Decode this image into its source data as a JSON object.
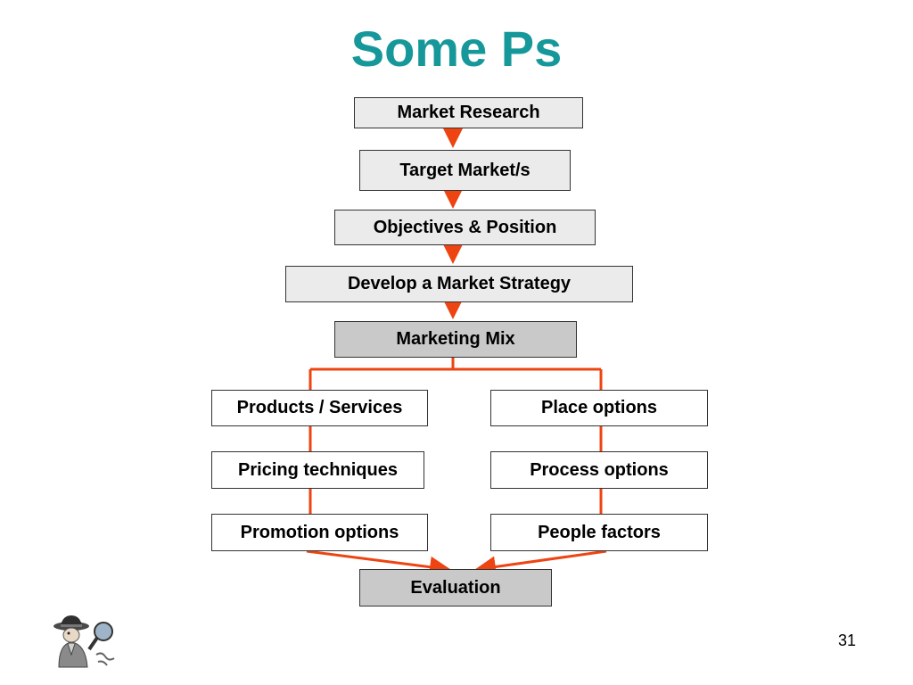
{
  "slide": {
    "title": "Some Ps",
    "page_number": "31"
  },
  "flow": {
    "market_research": "Market Research",
    "target_markets": "Target Market/s",
    "objectives_position": "Objectives & Position",
    "develop_strategy": "Develop a Market Strategy",
    "marketing_mix": "Marketing Mix",
    "left_column": [
      "Products / Services",
      "Pricing techniques",
      "Promotion options"
    ],
    "right_column": [
      "Place options",
      "Process options",
      "People factors"
    ],
    "evaluation": "Evaluation"
  },
  "colors": {
    "title": "#16989a",
    "connector": "#ee4411",
    "box_light": "#ebebeb",
    "box_mid": "#c9c9c9"
  },
  "logo": {
    "icon": "detective-cartoon-icon"
  }
}
